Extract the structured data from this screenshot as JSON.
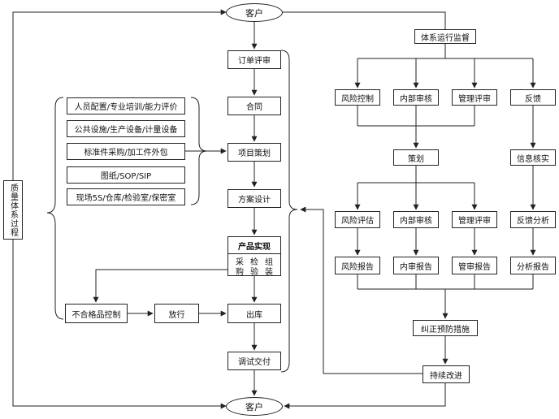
{
  "diagram": {
    "customer_top": "客户",
    "customer_bottom": "客户",
    "left_label": "质量体系过程",
    "main_flow": [
      "订单评审",
      "合同",
      "项目策划",
      "方案设计"
    ],
    "product_realization": {
      "title": "产品实现",
      "row1": "采检组",
      "row2": "购验装"
    },
    "main_flow_after": [
      "出库",
      "调试交付"
    ],
    "resources": [
      "人员配置/专业培训/能力评价",
      "公共设施/生产设备/计量设备",
      "标准件采购/加工件外包",
      "图纸/SOP/SIP",
      "现场5S/仓库/检验室/保密室"
    ],
    "nonconforming": "不合格品控制",
    "release": "放行",
    "monitor": "体系运行监督",
    "monitor_branches": [
      "风险控制",
      "内部审核",
      "管理评审",
      "反馈"
    ],
    "planning": "策划",
    "info_check": "信息核实",
    "execution": [
      "风险评估",
      "内部审核",
      "管理评审",
      "反馈分析"
    ],
    "reports": [
      "风险报告",
      "内审报告",
      "管审报告",
      "分析报告"
    ],
    "corrective": "纠正预防措施",
    "improvement": "持续改进"
  }
}
